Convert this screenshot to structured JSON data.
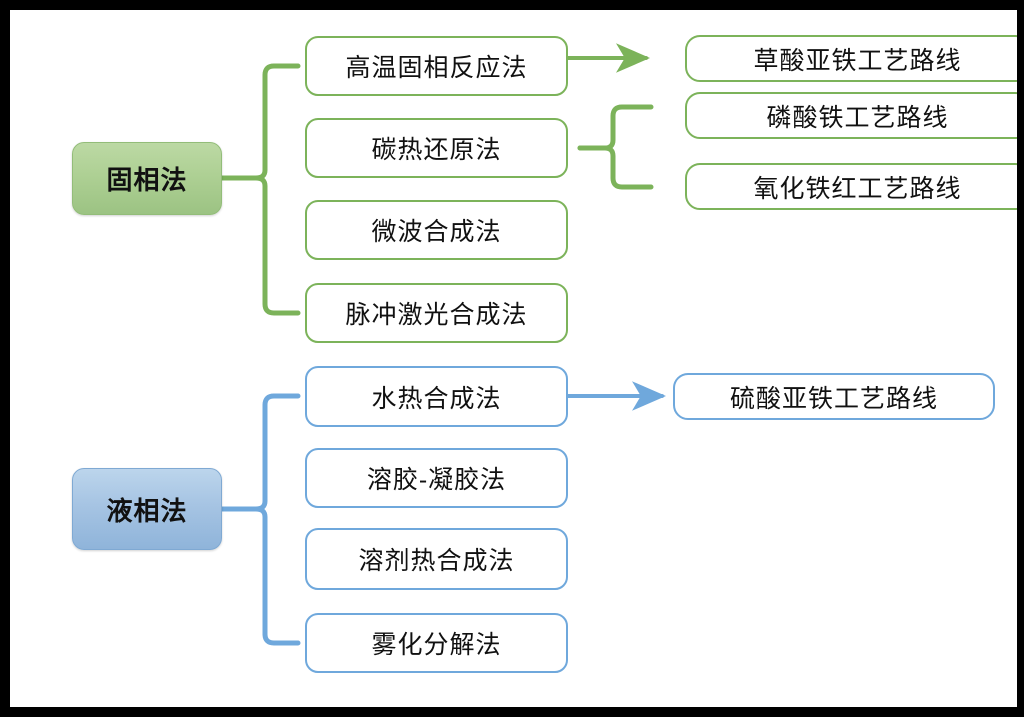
{
  "diagram": {
    "title": "",
    "colors": {
      "green_fill": "#aed094",
      "green_stroke": "#7cb35a",
      "blue_fill": "#a6c4e3",
      "blue_stroke": "#6fa8dc",
      "background": "#ffffff",
      "frame": "#000000",
      "text": "#111111"
    },
    "branches": [
      {
        "id": "solid-phase",
        "root_label": "固相法",
        "color": "green",
        "methods": [
          {
            "id": "high-temp-solid-state",
            "label": "高温固相反应法"
          },
          {
            "id": "carbothermal-reduction",
            "label": "碳热还原法"
          },
          {
            "id": "microwave-synthesis",
            "label": "微波合成法"
          },
          {
            "id": "pulsed-laser-synthesis",
            "label": "脉冲激光合成法"
          }
        ],
        "routes": [
          {
            "id": "ferrous-oxalate-route",
            "label": "草酸亚铁工艺路线",
            "from": "high-temp-solid-state",
            "connector": "arrow"
          },
          {
            "id": "iron-phosphate-route",
            "label": "磷酸铁工艺路线",
            "from": "carbothermal-reduction",
            "connector": "brace"
          },
          {
            "id": "iron-oxide-red-route",
            "label": "氧化铁红工艺路线",
            "from": "carbothermal-reduction",
            "connector": "brace"
          }
        ]
      },
      {
        "id": "liquid-phase",
        "root_label": "液相法",
        "color": "blue",
        "methods": [
          {
            "id": "hydrothermal-synthesis",
            "label": "水热合成法"
          },
          {
            "id": "sol-gel",
            "label": "溶胶-凝胶法"
          },
          {
            "id": "solvothermal-synthesis",
            "label": "溶剂热合成法"
          },
          {
            "id": "spray-decomposition",
            "label": "雾化分解法"
          }
        ],
        "routes": [
          {
            "id": "ferrous-sulfate-route",
            "label": "硫酸亚铁工艺路线",
            "from": "hydrothermal-synthesis",
            "connector": "arrow"
          }
        ]
      }
    ]
  }
}
